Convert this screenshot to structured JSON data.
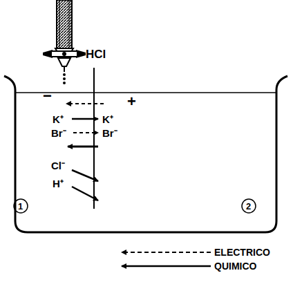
{
  "diagram": {
    "labels": [
      "HCl",
      "−",
      "+",
      "K⁺",
      "K⁺",
      "Br⁻",
      "Br⁻",
      "Cl⁻",
      "H⁺",
      "1",
      "2"
    ],
    "legend": [
      {
        "text": "ELECTRICO"
      },
      {
        "text": "QUIMICO"
      }
    ]
  }
}
